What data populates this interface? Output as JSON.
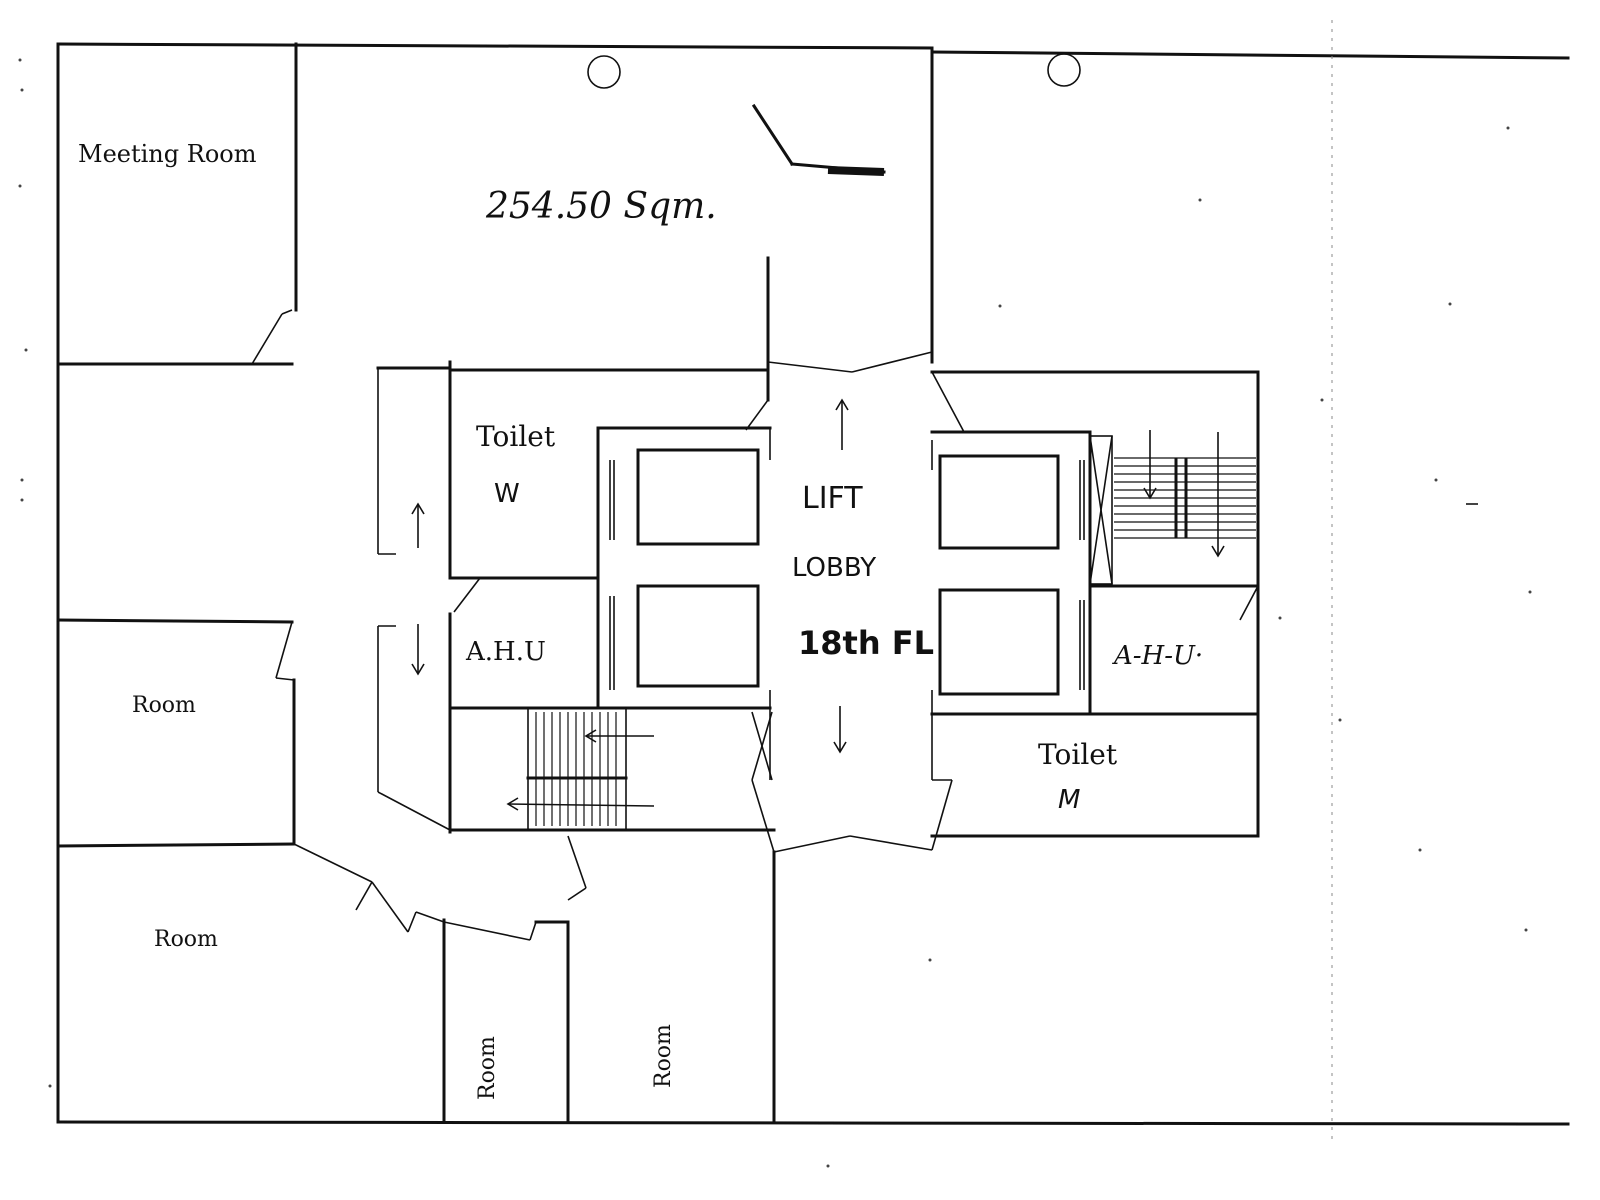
{
  "plan": {
    "area": "254.50 Sqm.",
    "rooms": {
      "meeting_room": "Meeting Room",
      "room_left_mid": "Room",
      "room_left_bottom": "Room",
      "room_bottom_a": "Room",
      "room_bottom_b": "Room",
      "toilet_w": "Toilet",
      "toilet_w_tag": "W",
      "toilet_m": "Toilet",
      "toilet_m_tag": "M",
      "ahu_left": "A.H.U",
      "ahu_right": "A-H-U·"
    },
    "lobby": {
      "line1": "LIFT",
      "line2": "LOBBY",
      "line3": "18th FL"
    }
  }
}
